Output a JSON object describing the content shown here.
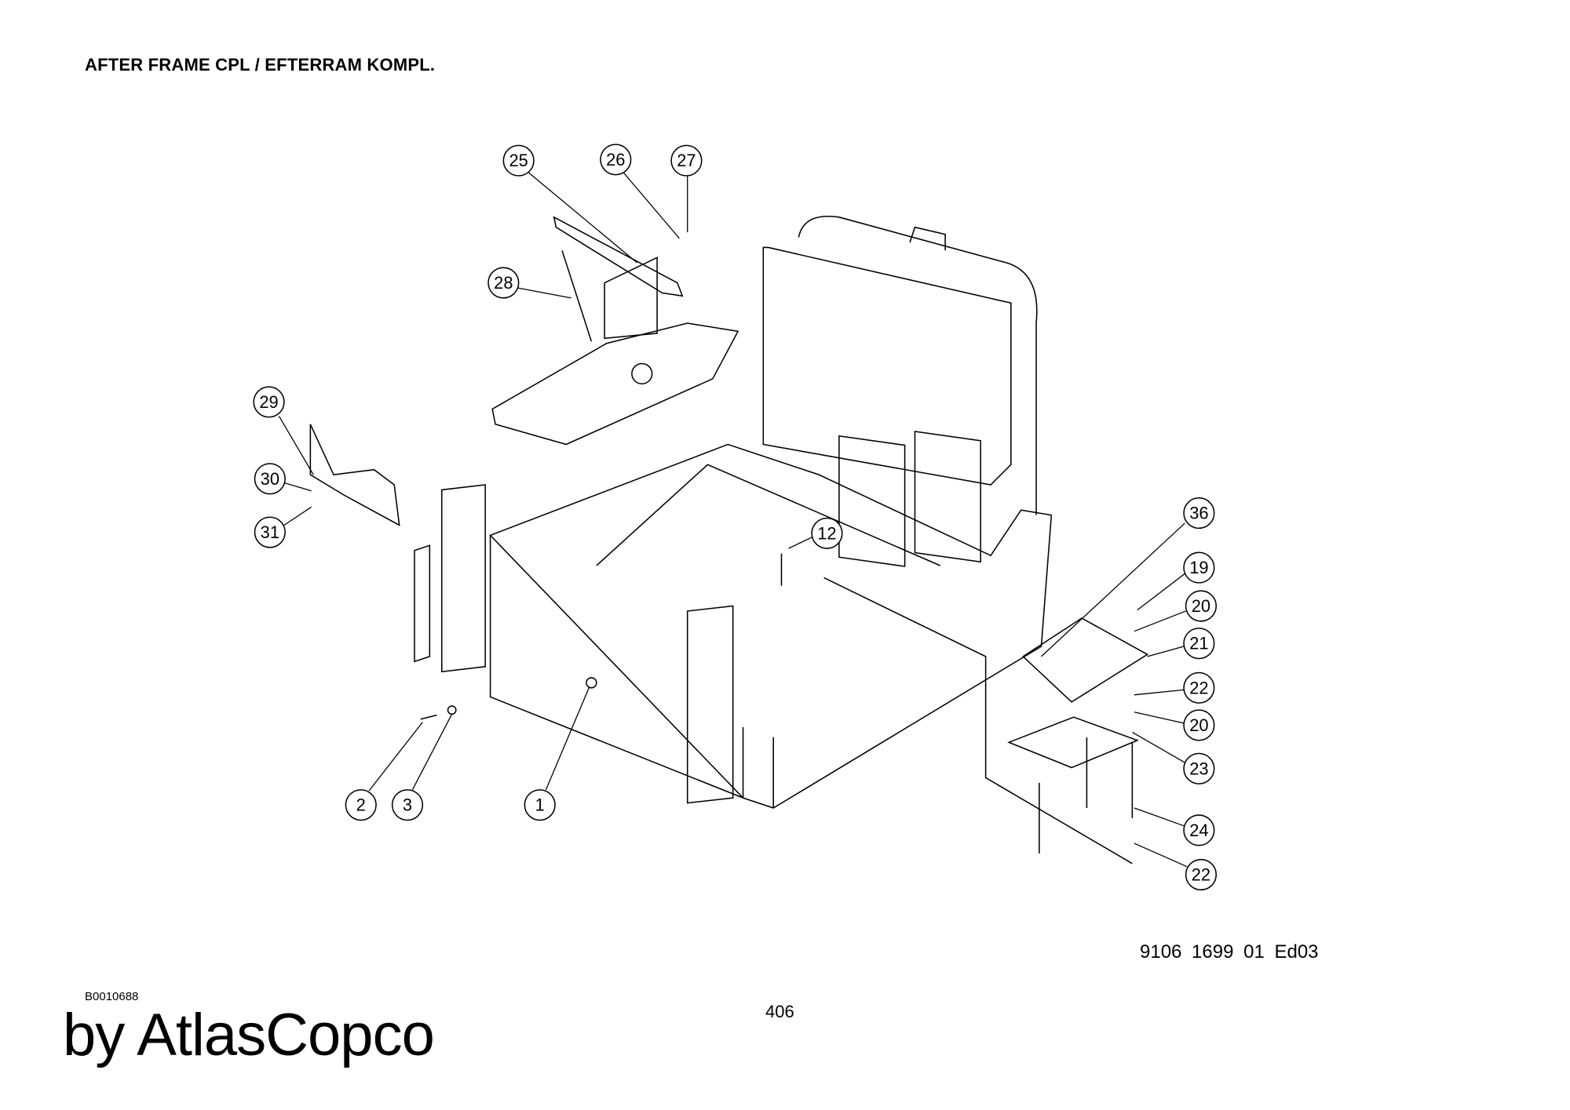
{
  "title": "AFTER FRAME CPL / EFTERRAM KOMPL.",
  "document_number": "9106  1699  01  Ed03",
  "figure_id": "B0010688",
  "page_number": "406",
  "brand": "by AtlasCopco",
  "callouts": [
    "25",
    "26",
    "27",
    "28",
    "29",
    "30",
    "31",
    "12",
    "36",
    "19",
    "20",
    "21",
    "22",
    "20",
    "23",
    "24",
    "22",
    "2",
    "3",
    "1"
  ]
}
